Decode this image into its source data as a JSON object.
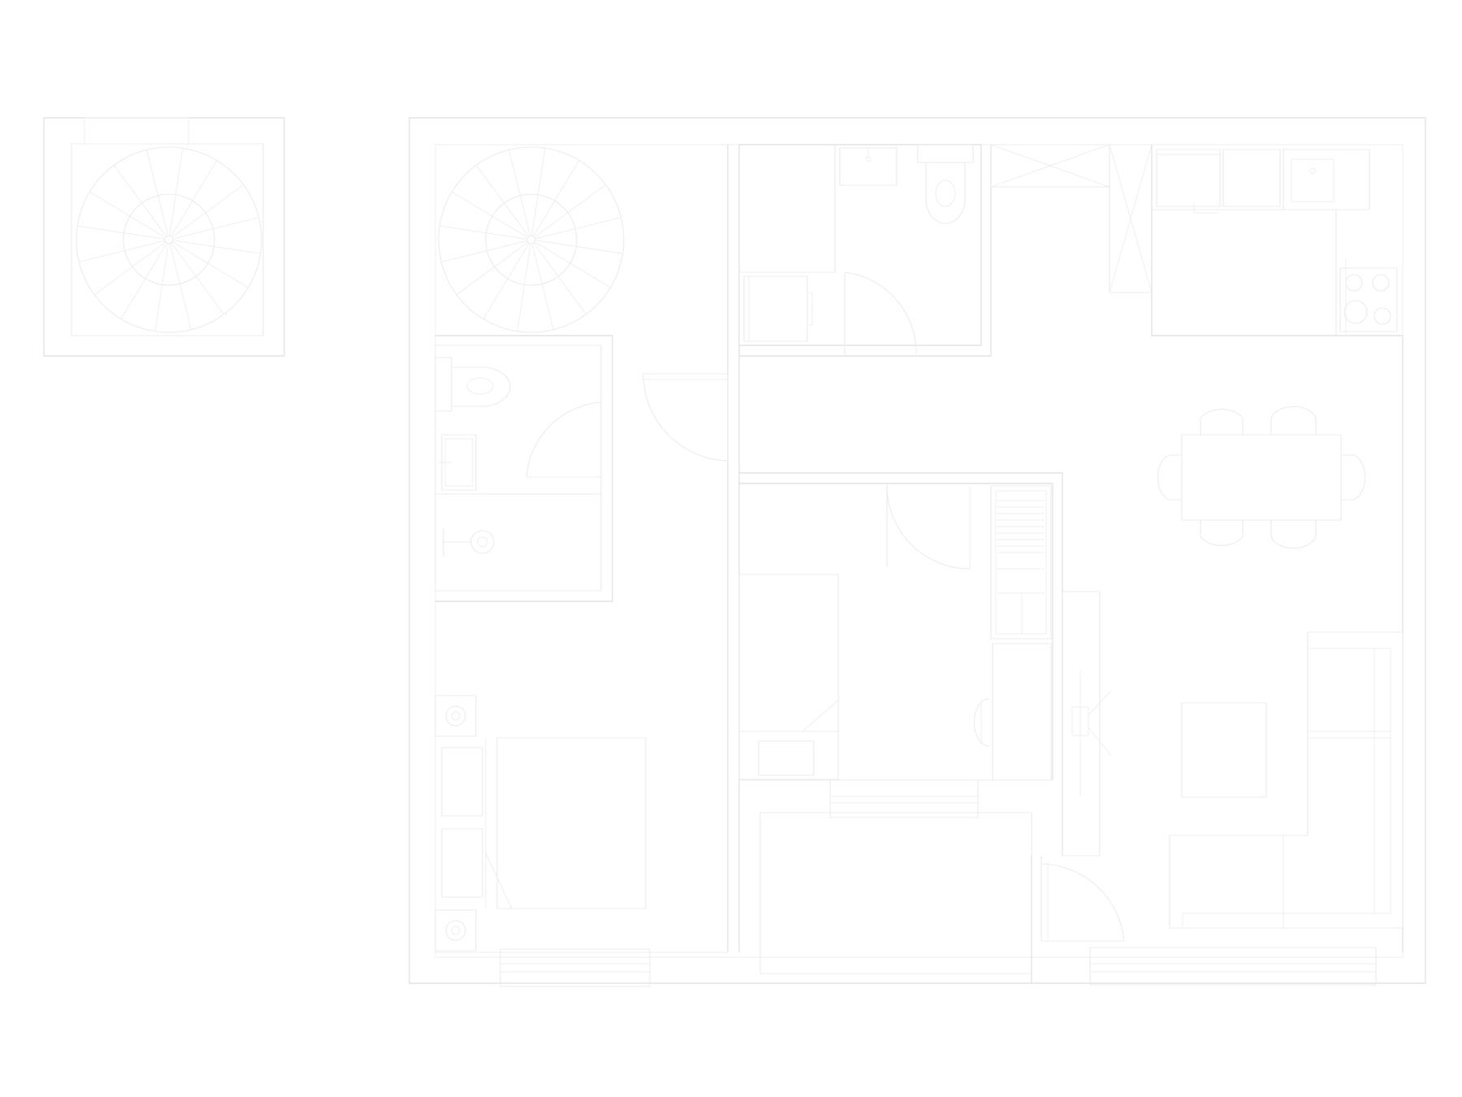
{
  "diagram": {
    "kind": "floor-plan",
    "colors": {
      "background": "#ffffff",
      "walls": "#e4e4e4",
      "fixtures": "#ececec"
    },
    "spiral_stair_treads": 16,
    "cooktop_burners": 4,
    "dining_chairs": 6
  }
}
